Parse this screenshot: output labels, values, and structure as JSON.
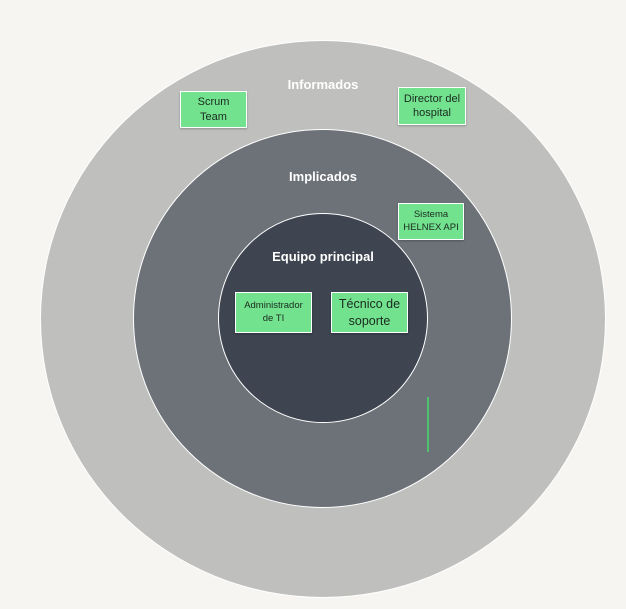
{
  "rings": {
    "outer_label": "Informados",
    "middle_label": "Implicados",
    "inner_label": "Equipo principal"
  },
  "notes": {
    "scrum_team": "Scrum\nTeam",
    "director": "Director del\nhospital",
    "sistema": "Sistema\nHELNEX API",
    "administrador": "Administrador\nde TI",
    "tecnico": "Técnico de\nsoporte"
  },
  "colors": {
    "background": "#f6f5f2",
    "outer_ring": "#bfc0be",
    "middle_ring": "#6d7279",
    "inner_ring": "#3e4450",
    "sticky_note": "#72e28f",
    "connector": "#4fc36c"
  }
}
